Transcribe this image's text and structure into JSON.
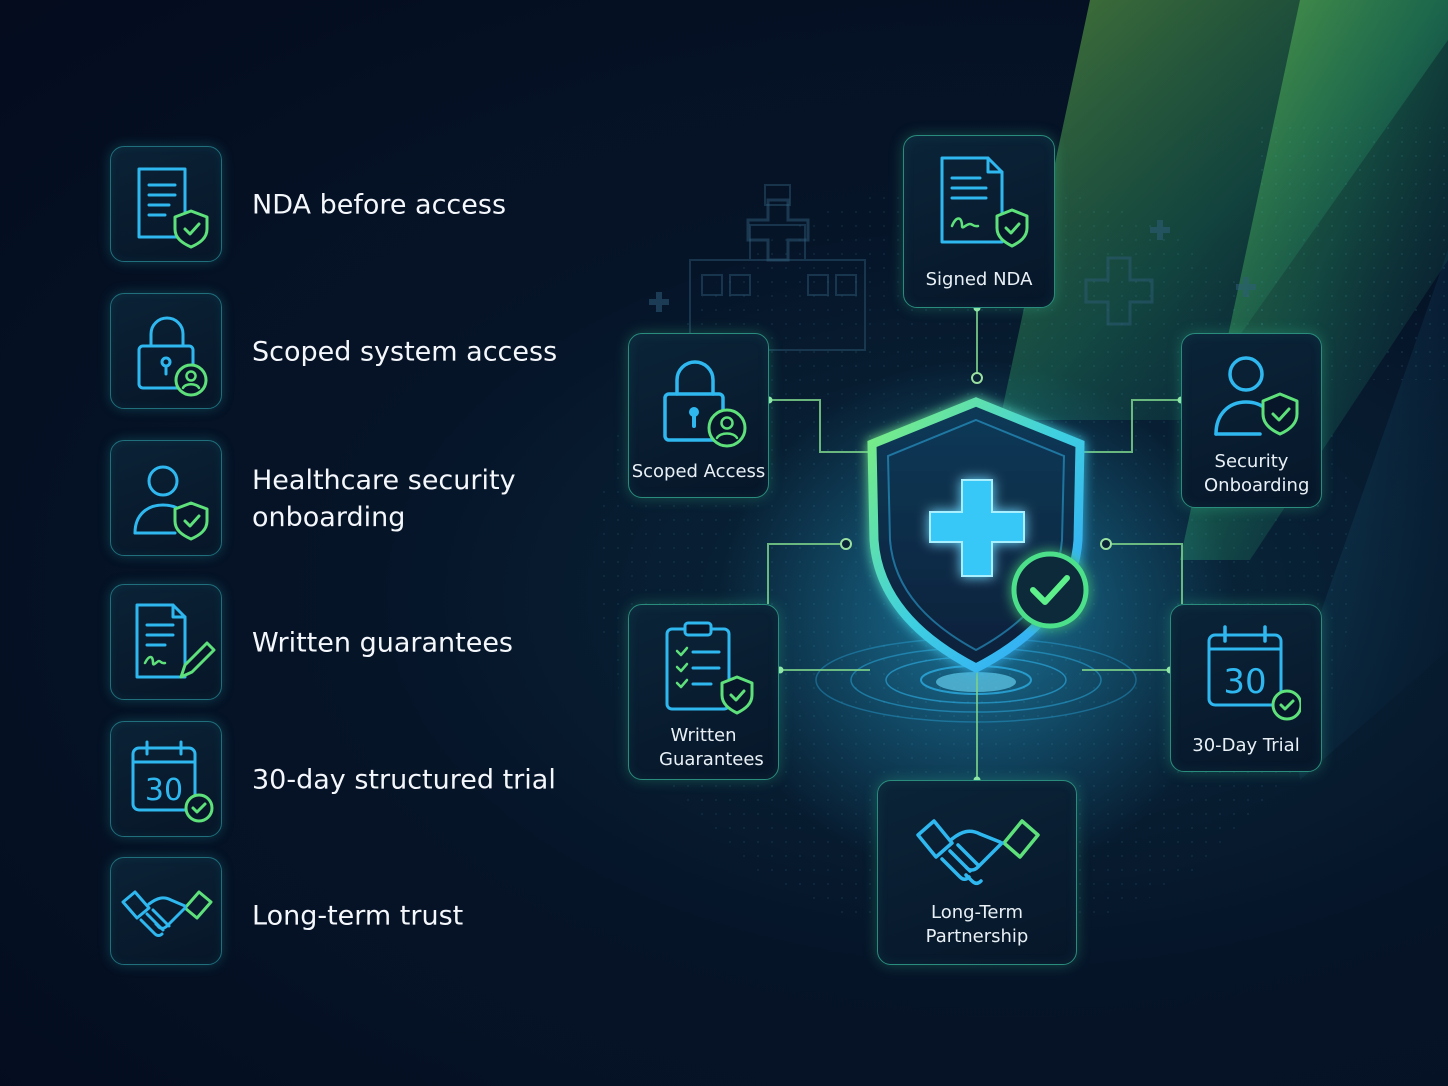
{
  "left_list": [
    {
      "label": "NDA before access",
      "icon": "document-shield-icon"
    },
    {
      "label": "Scoped system access",
      "icon": "lock-user-icon"
    },
    {
      "label": "Healthcare security onboarding",
      "icon": "user-shield-icon"
    },
    {
      "label": "Written guarantees",
      "icon": "document-pen-icon"
    },
    {
      "label": "30-day structured trial",
      "icon": "calendar-check-icon"
    },
    {
      "label": "Long-term trust",
      "icon": "handshake-icon"
    }
  ],
  "diagram": {
    "center_icon": "medical-shield-check-icon",
    "nodes": {
      "signed_nda": {
        "label": "Signed NDA",
        "icon": "signed-document-shield-icon"
      },
      "scoped_access": {
        "label": "Scoped Access",
        "icon": "lock-user-icon"
      },
      "security_onboarding": {
        "label": "Security Onboarding",
        "icon": "user-shield-icon"
      },
      "written_guarantees": {
        "label": "Written Guarantees",
        "icon": "clipboard-check-shield-icon"
      },
      "trial": {
        "label": "30-Day Trial",
        "icon": "calendar-check-icon",
        "calendar_number": "30"
      },
      "partnership": {
        "label": "Long-Term Partnership",
        "icon": "handshake-icon"
      }
    }
  },
  "calendar_number": "30",
  "colors": {
    "background": "#061428",
    "accent_blue": "#2fb8f0",
    "accent_green": "#5ee07a",
    "border_teal": "#1f6f7c"
  }
}
